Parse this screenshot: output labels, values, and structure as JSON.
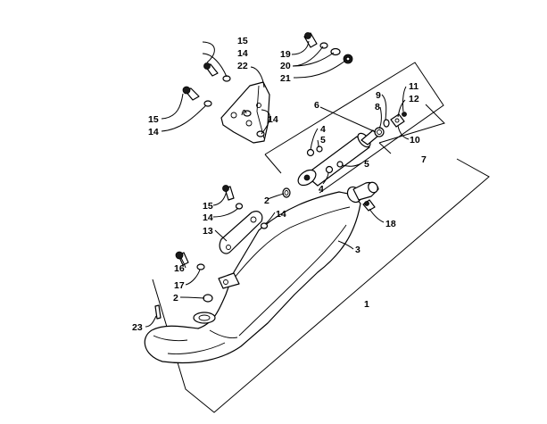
{
  "callouts": {
    "c15a": "15",
    "c14a": "14",
    "c22": "22",
    "c19": "19",
    "c20": "20",
    "c21": "21",
    "c15b": "15",
    "c14b": "14",
    "c14c": "14",
    "c6": "6",
    "c9": "9",
    "c8": "8",
    "c11": "11",
    "c12": "12",
    "c10": "10",
    "c7": "7",
    "c4a": "4",
    "c5a": "5",
    "c5b": "5",
    "c4b": "4",
    "c2a": "2",
    "c18": "18",
    "c15c": "15",
    "c14d": "14",
    "c14e": "14",
    "c13": "13",
    "c3": "3",
    "c16": "16",
    "c17": "17",
    "c1": "1",
    "c2b": "2",
    "c23": "23"
  },
  "colors": {
    "line": "#000000",
    "background": "#ffffff"
  }
}
